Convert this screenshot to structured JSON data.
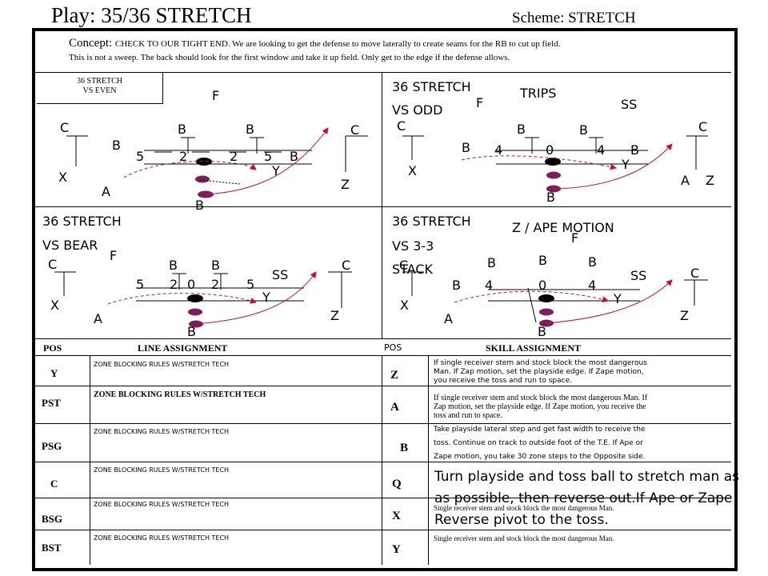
{
  "header": {
    "title": "Play: 35/36 STRETCH",
    "scheme": "Scheme: STRETCH"
  },
  "concept": {
    "lead": "Concept: ",
    "line1": "CHECK TO OUR TIGHT END. We are looking to get the defense to move laterally to create seams for the RB to cut up field.",
    "line2": "This is not a sweep.  The back should look for the first window and take it up field.  Only get  to the edge if the defense allows."
  },
  "diagrams": {
    "even": {
      "box_line1": "36 STRETCH",
      "box_line2": "VS EVEN",
      "F": "F",
      "C_left": "C",
      "C_right": "C",
      "B1": "B",
      "B2": "B",
      "B3": "B",
      "n5a": "5",
      "n2a": "2",
      "n2b": "2",
      "n5b": "5",
      "B4": "B",
      "Y": "Y",
      "X": "X",
      "A": "A",
      "Z": "Z",
      "B_rb": "B"
    },
    "odd": {
      "title1": "36 STRETCH",
      "title2": "VS ODD",
      "trips": "TRIPS",
      "F": "F",
      "SS": "SS",
      "C_left": "C",
      "C_right": "C",
      "B1": "B",
      "B2": "B",
      "B3": "B",
      "n4a": "4",
      "n0": "0",
      "n4b": "4",
      "B4": "B",
      "X": "X",
      "Y": "Y",
      "A": "A",
      "Z": "Z",
      "B_rb": "B"
    },
    "bear": {
      "title1": "36 STRETCH",
      "title2": "VS BEAR",
      "F": "F",
      "C_left": "C",
      "B1": "B",
      "B2": "B",
      "C_right": "C",
      "SS": "SS",
      "n5a": "5",
      "n2a": "2",
      "n0": "0",
      "n2b": "2",
      "n5b": "5",
      "X": "X",
      "Y": "Y",
      "A": "A",
      "Z": "Z",
      "B_rb": "B"
    },
    "stack": {
      "title1": "36 STRETCH",
      "title2": "VS 3-3",
      "title3": "STACK",
      "motion": "Z / APE MOTION",
      "F": "F",
      "B1": "B",
      "B2": "B",
      "B3": "B",
      "C_left": "C",
      "C_right": "C",
      "SS": "SS",
      "B_side": "B",
      "n4a": "4",
      "n0": "0",
      "n4b": "4",
      "X": "X",
      "Y": "Y",
      "A": "A",
      "Z": "Z",
      "B_rb": "B"
    }
  },
  "table": {
    "pos_header": "POS",
    "line_header": "LINE ASSIGNMENT",
    "pos2_header": "POS",
    "skill_header": "SKILL ASSIGNMENT",
    "line_rows": [
      {
        "pos": "Y",
        "rule": "ZONE BLOCKING RULES  W/STRETCH TECH"
      },
      {
        "pos": "PST",
        "rule": "ZONE BLOCKING RULES W/STRETCH TECH"
      },
      {
        "pos": "PSG",
        "rule": "ZONE BLOCKING RULES W/STRETCH TECH"
      },
      {
        "pos": "C",
        "rule": "ZONE BLOCKING RULES W/STRETCH TECH"
      },
      {
        "pos": "BSG",
        "rule": "ZONE BLOCKING RULES W/STRETCH TECH"
      },
      {
        "pos": "BST",
        "rule": "ZONE BLOCKING RULES W/STRETCH TECH"
      }
    ],
    "skill_rows": [
      {
        "pos": "Z",
        "text": "If  single receiver stem and stock block the most dangerous Man. If Zap motion, set the playside edge. If Zape motion, you receive the toss and run to space."
      },
      {
        "pos": "A",
        "text": "If  single receiver stem and stock block the most dangerous Man. If Zap motion, set the playside edge. If Zape motion, you receive the toss and run to space."
      },
      {
        "pos": "B",
        "text": "Take playside lateral step and get fast width to receive the toss. Continue on track to outside foot of the T.E. If Ape or Zape motion, you take 30 zone steps to the Opposite side."
      },
      {
        "pos": "Q",
        "text": ""
      },
      {
        "pos": "X",
        "text": "Single receiver stem and stock block the most dangerous Man."
      },
      {
        "pos": "Y",
        "text": "Single receiver stem and stock block the most dangerous Man."
      }
    ],
    "overlay_lines": [
      "Turn playside and toss ball to stretch man as",
      "as possible, then reverse out.If Ape or Zape",
      "Reverse pivot to the toss."
    ]
  }
}
